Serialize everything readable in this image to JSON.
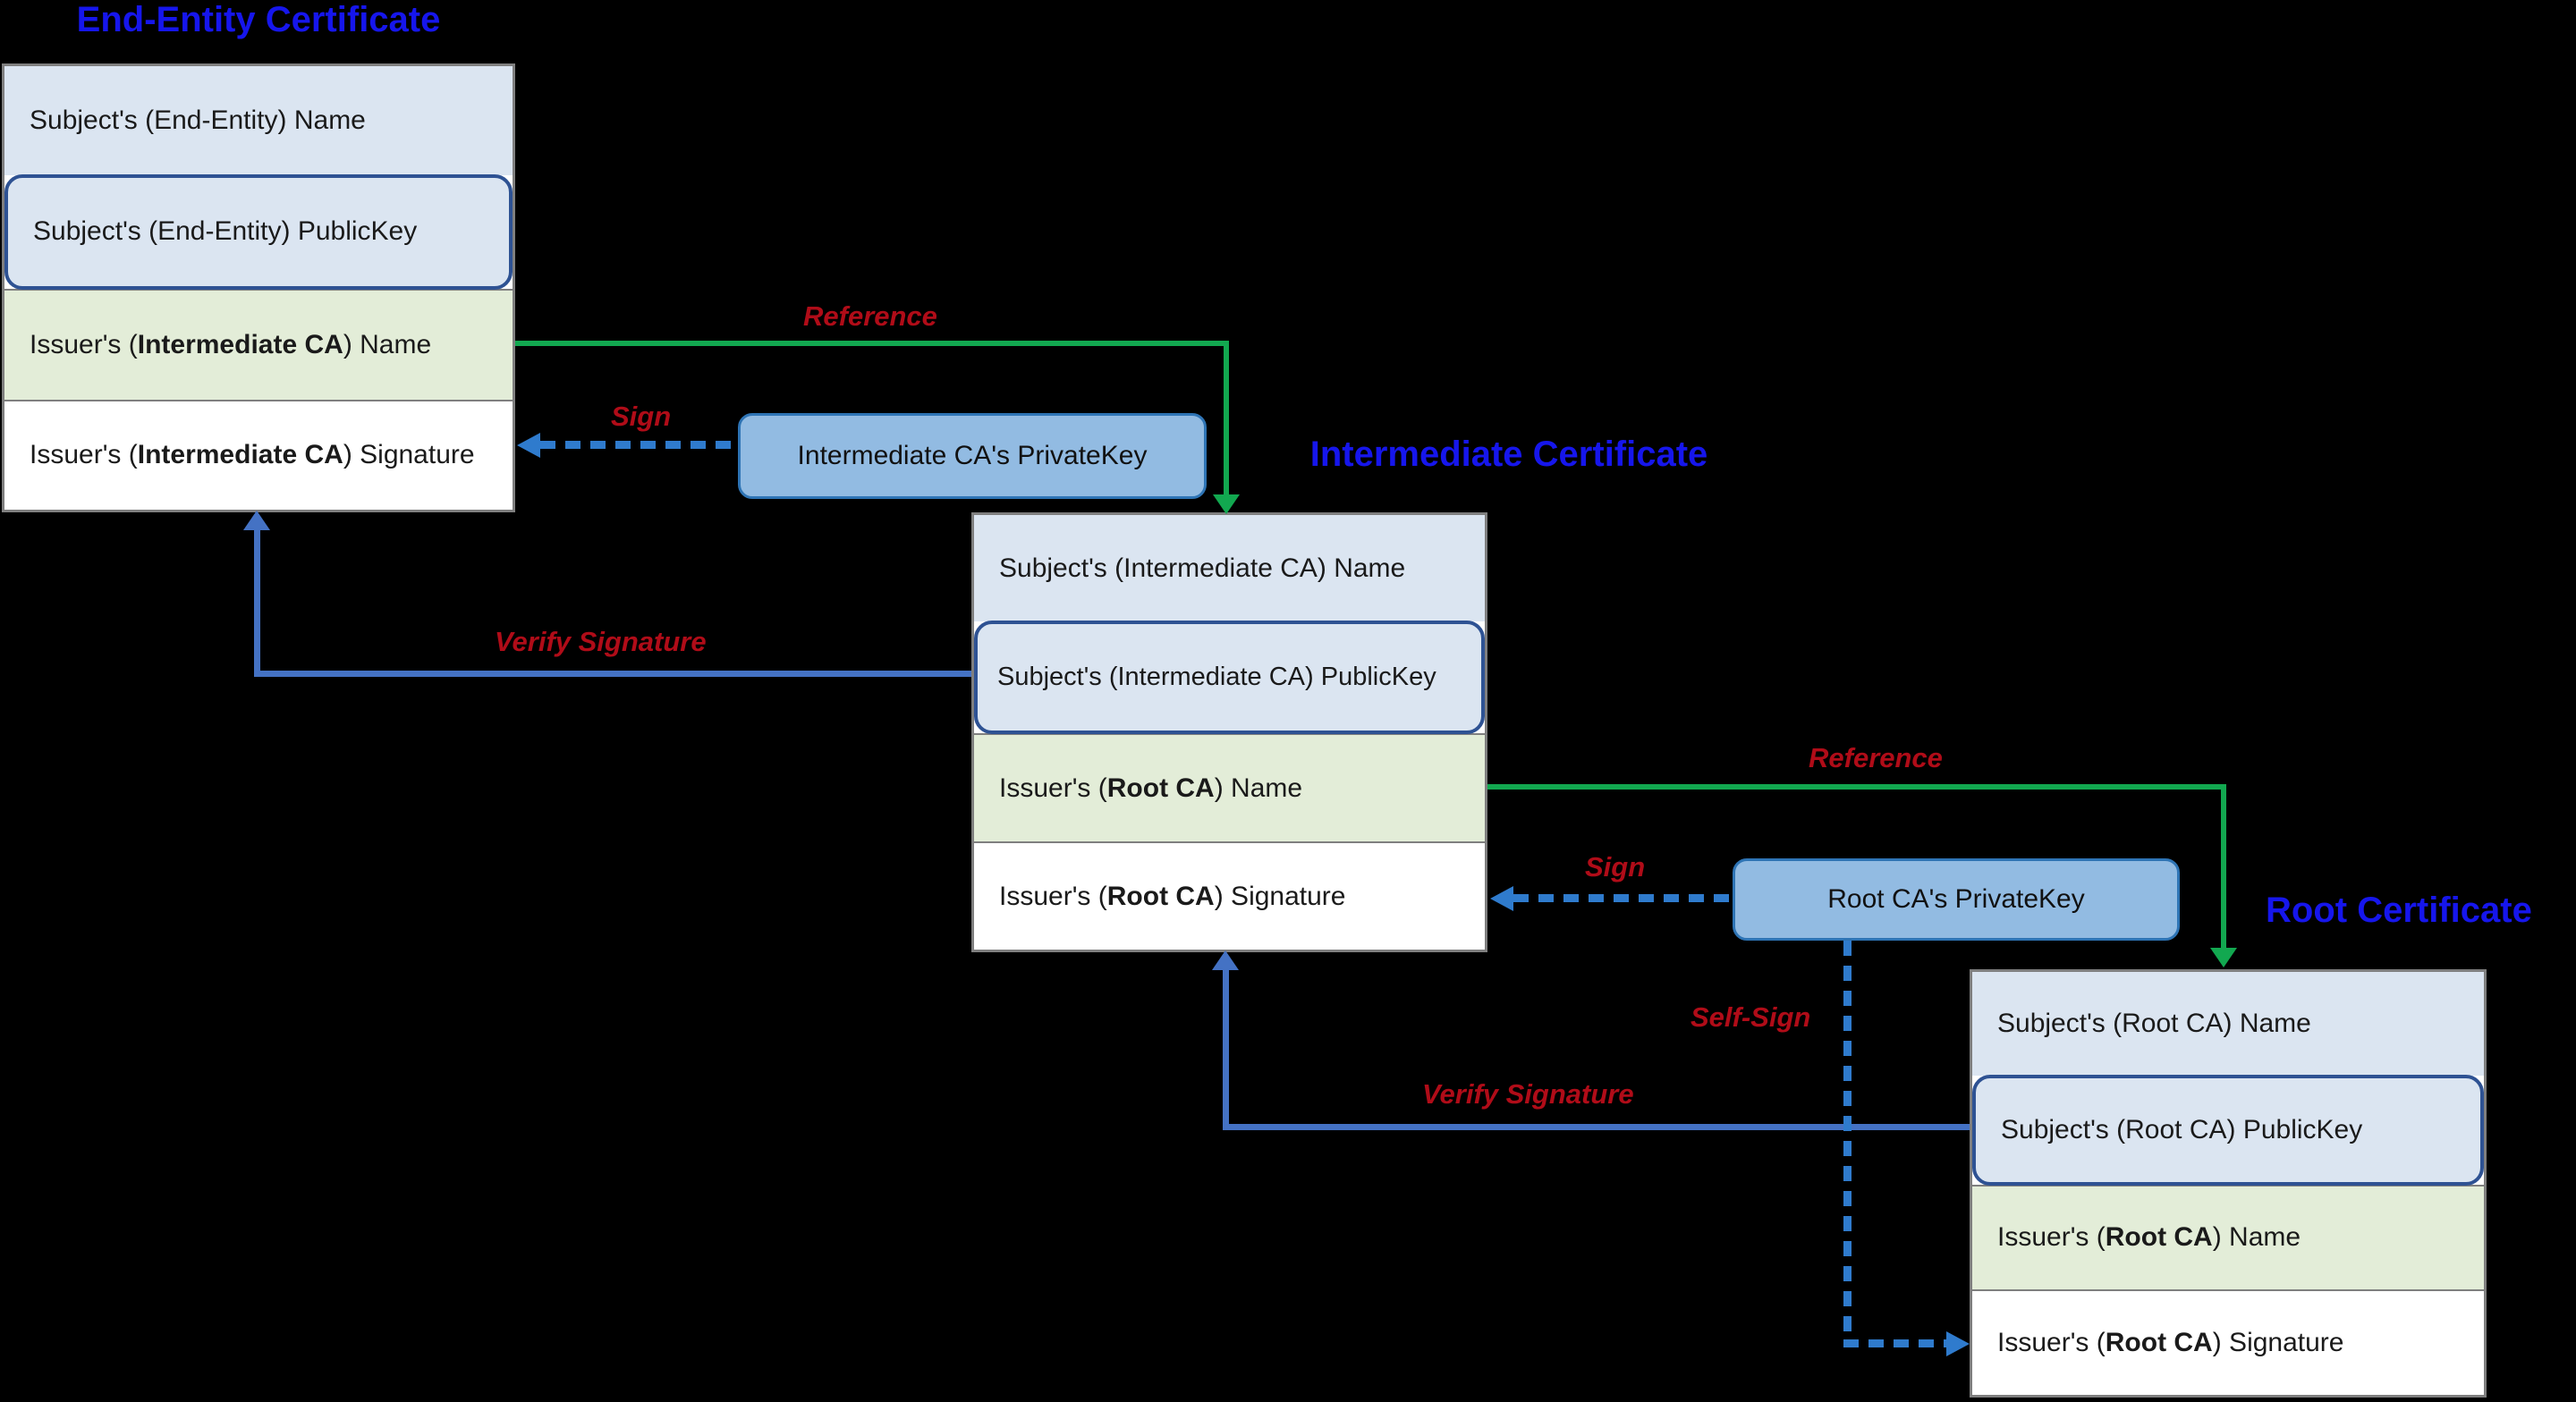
{
  "titles": {
    "end_entity": "End-Entity Certificate",
    "intermediate": "Intermediate Certificate",
    "root": "Root Certificate"
  },
  "certs": {
    "end_entity": {
      "rows": [
        {
          "pre": "Subject's (End-Entity) Name",
          "bold": "",
          "post": ""
        },
        {
          "pre": "Subject's (End-Entity) PublicKey",
          "bold": "",
          "post": ""
        },
        {
          "pre": "Issuer's (",
          "bold": "Intermediate CA",
          "post": ") Name"
        },
        {
          "pre": "Issuer's (",
          "bold": "Intermediate CA",
          "post": ") Signature"
        }
      ]
    },
    "intermediate": {
      "rows": [
        {
          "pre": "Subject's (Intermediate CA) Name",
          "bold": "",
          "post": ""
        },
        {
          "pre": "Subject's (Intermediate CA) PublicKey",
          "bold": "",
          "post": ""
        },
        {
          "pre": "Issuer's (",
          "bold": "Root CA",
          "post": ") Name"
        },
        {
          "pre": "Issuer's (",
          "bold": "Root CA",
          "post": ") Signature"
        }
      ]
    },
    "root": {
      "rows": [
        {
          "pre": "Subject's (Root CA) Name",
          "bold": "",
          "post": ""
        },
        {
          "pre": "Subject's (Root CA) PublicKey",
          "bold": "",
          "post": ""
        },
        {
          "pre": "Issuer's (",
          "bold": "Root CA",
          "post": ") Name"
        },
        {
          "pre": "Issuer's (",
          "bold": "Root CA",
          "post": ") Signature"
        }
      ]
    }
  },
  "private_keys": {
    "intermediate": "Intermediate CA's PrivateKey",
    "root": "Root CA's PrivateKey"
  },
  "labels": {
    "reference_1": "Reference",
    "sign_1": "Sign",
    "verify_1": "Verify Signature",
    "reference_2": "Reference",
    "sign_2": "Sign",
    "verify_2": "Verify Signature",
    "self_sign": "Self-Sign"
  },
  "colors": {
    "background": "#000000",
    "title_blue": "#1616ec",
    "label_red": "#b00c18",
    "reference_green": "#12a850",
    "verify_blue": "#4472c4",
    "sign_dashed_blue": "#2f7bcd",
    "row_blue_fill": "#dbe5f1",
    "row_green_fill": "#e3edd8",
    "row_white_fill": "#ffffff",
    "publickey_border": "#2e5293",
    "privatekey_fill": "#92bbe2",
    "privatekey_border": "#2e74b5",
    "box_border": "#7f7f7f"
  }
}
